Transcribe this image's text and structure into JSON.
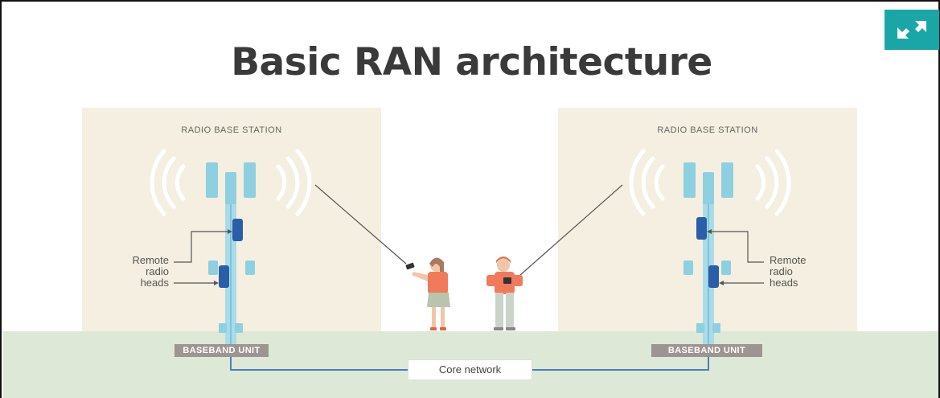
{
  "title": "Basic RAN architecture",
  "left_station": {
    "label": "RADIO BASE STATION",
    "rrh_label_lines": [
      "Remote",
      "radio",
      "heads"
    ],
    "baseband_label": "BASEBAND UNIT"
  },
  "right_station": {
    "label": "RADIO BASE STATION",
    "rrh_label_lines": [
      "Remote",
      "radio",
      "heads"
    ],
    "baseband_label": "BASEBAND UNIT"
  },
  "core_network_label": "Core network",
  "icons": {
    "expand": "expand-arrows-icon"
  },
  "colors": {
    "accent": "#1aa6a6",
    "antenna": "#8fd0e0",
    "radio_head": "#2a5ea8",
    "panel": "#f4efe0",
    "ground": "#dde9d6",
    "person_shirt": "#f07a5a"
  }
}
